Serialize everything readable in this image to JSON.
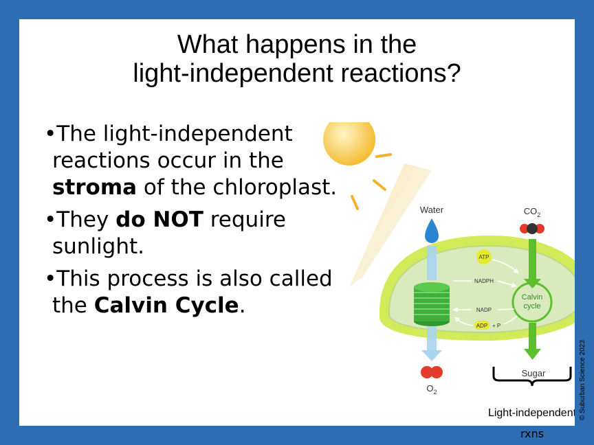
{
  "slide": {
    "title_line1": "What happens in the",
    "title_line2": "light-independent reactions?",
    "bullets": [
      {
        "pre": "The light-independent reactions occur in the ",
        "bold": "stroma",
        "post": " of the chloroplast."
      },
      {
        "pre": "They ",
        "bold": "do NOT",
        "post": " require sunlight."
      },
      {
        "pre": "This process is also called the ",
        "bold": "Calvin Cycle",
        "post": "."
      }
    ],
    "copyright": "© Suburban Science 2023"
  },
  "diagram": {
    "water_label": "Water",
    "co2_label": "CO",
    "co2_sub": "2",
    "o2_label": "O",
    "o2_sub": "2",
    "atp_label": "ATP",
    "nadph_label": "NADPH",
    "nadp_label": "NADP",
    "adp_label": "ADP",
    "plus_p_label": "+ P",
    "calvin_line1": "Calvin",
    "calvin_line2": "cycle",
    "sugar_label": "Sugar",
    "caption_line1": "Light-independent",
    "caption_line2": "rxns",
    "colors": {
      "frame": "#2f6db2",
      "chloroplast_outer": "#c8e62a",
      "stroma": "#d6e9b8",
      "thylakoid": "#3fae3a",
      "arrow_green": "#5bbf2e",
      "arrow_blue": "#a8d4f0",
      "sun": "#f7c948"
    }
  }
}
